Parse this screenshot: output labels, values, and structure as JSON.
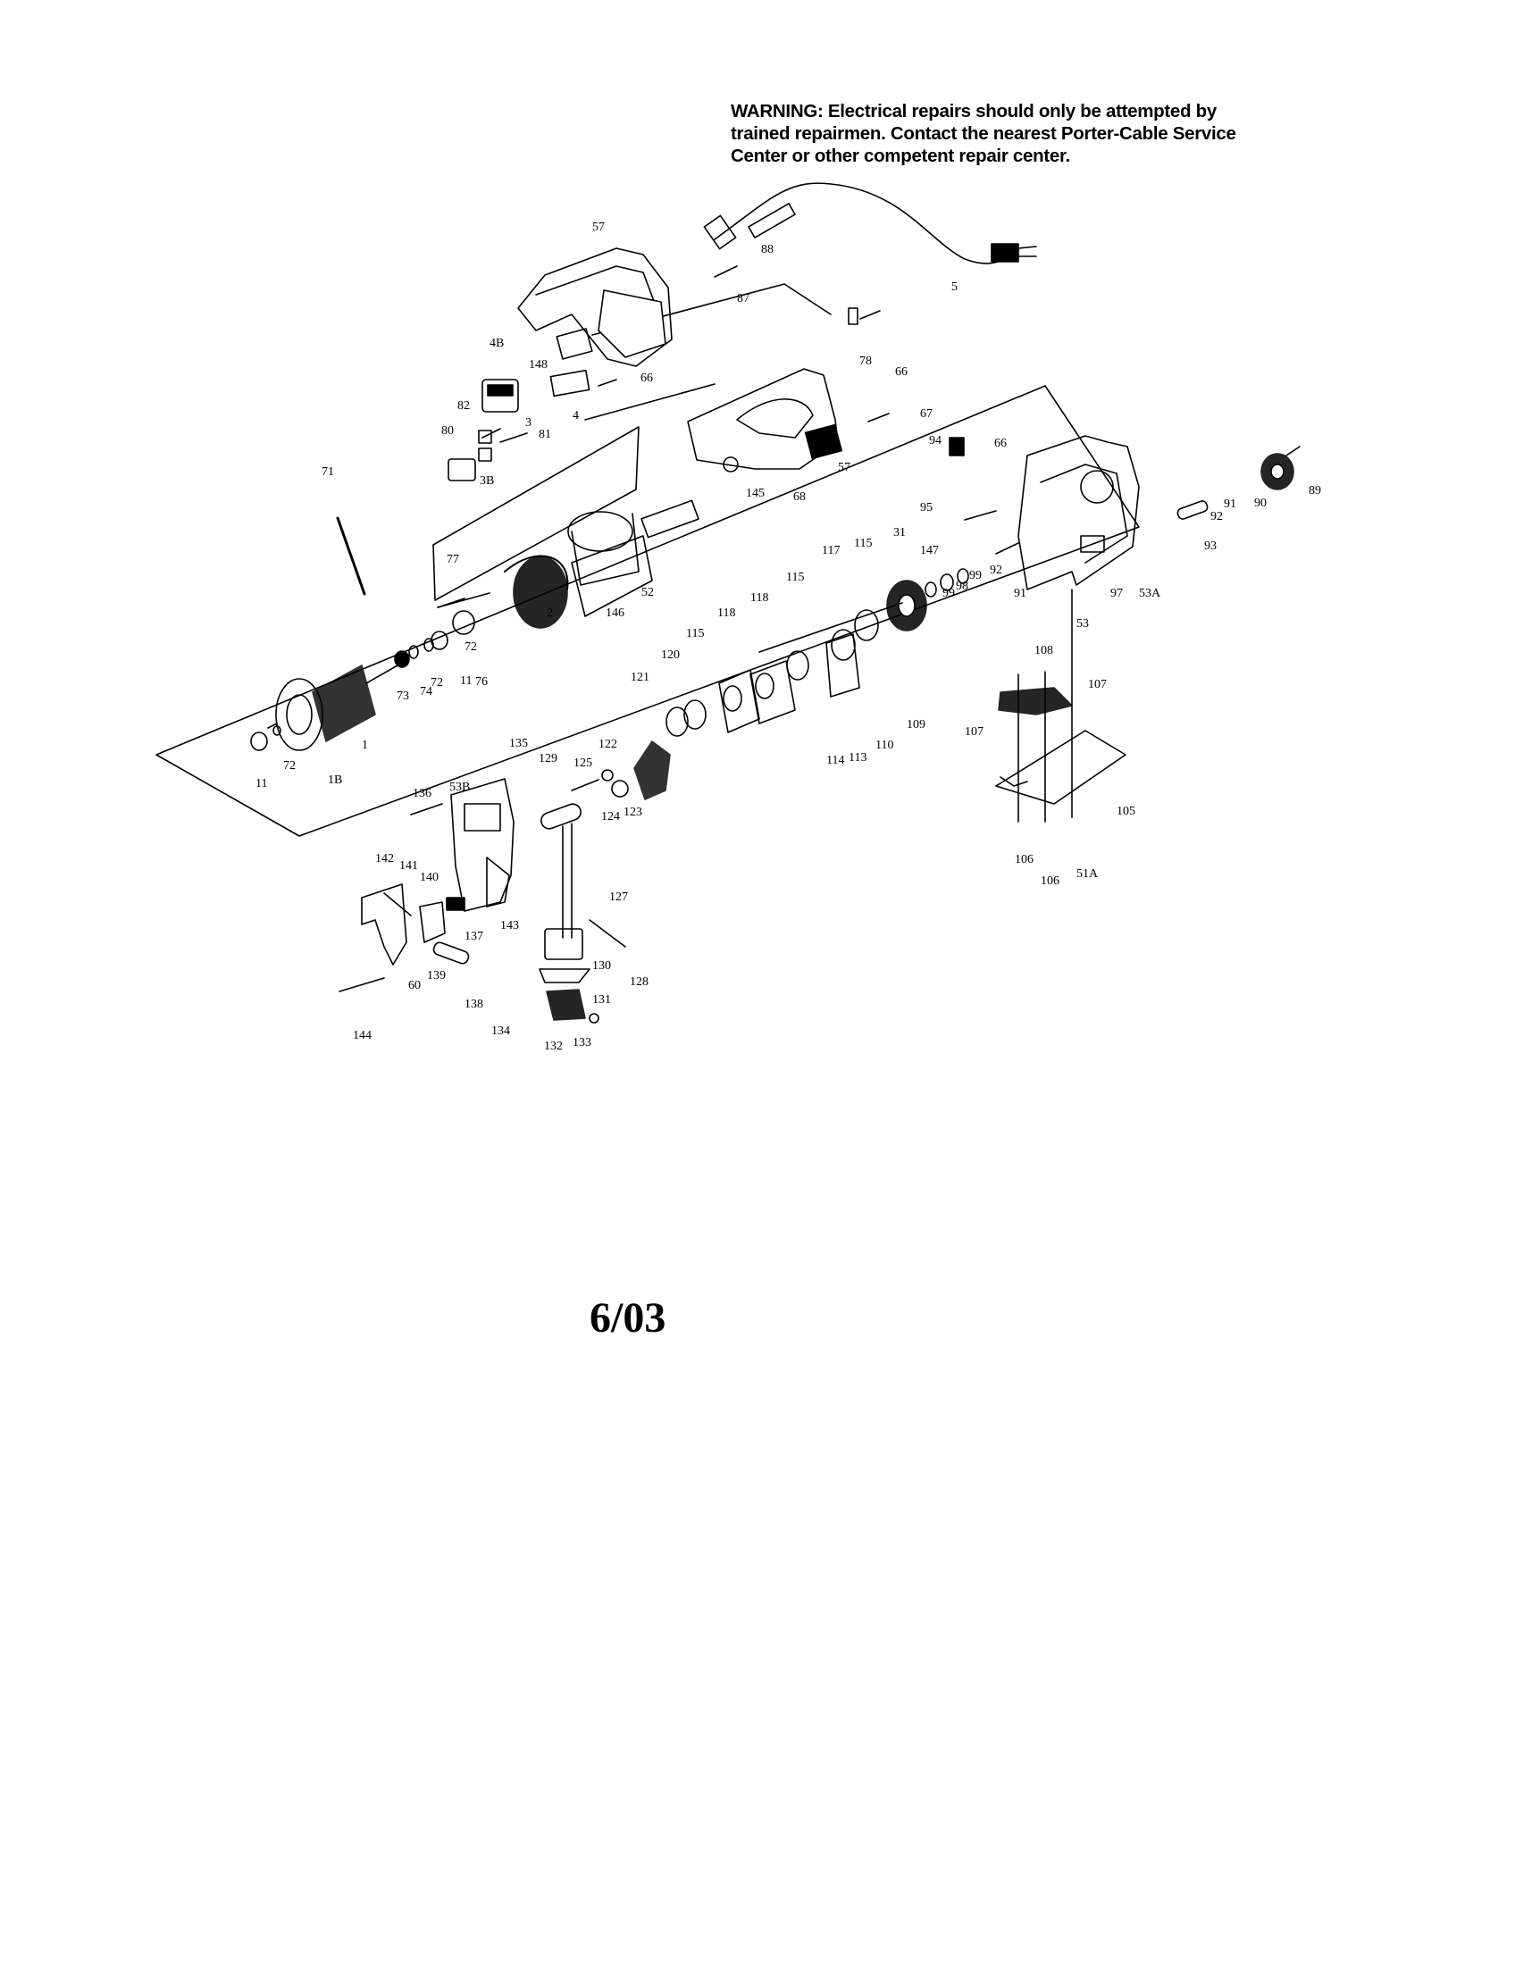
{
  "warning": {
    "lines": [
      "WARNING:  Electrical repairs should only be attempted by",
      "trained repairmen.  Contact the nearest Porter-Cable Service",
      "Center or other competent repair center."
    ]
  },
  "parts": [
    "57",
    "88",
    "5",
    "87",
    "78",
    "66",
    "4B",
    "148",
    "66",
    "4",
    "82",
    "3",
    "80",
    "81",
    "3B",
    "67",
    "57",
    "145",
    "68",
    "94",
    "66",
    "89",
    "90",
    "91",
    "92",
    "95",
    "93",
    "71",
    "77",
    "52",
    "146",
    "2",
    "31",
    "117",
    "115",
    "115",
    "118",
    "118",
    "147",
    "99",
    "98",
    "99",
    "92",
    "91",
    "97",
    "53A",
    "53",
    "115",
    "120",
    "121",
    "72",
    "11",
    "76",
    "74",
    "72",
    "73",
    "1",
    "1B",
    "72",
    "11",
    "122",
    "125",
    "129",
    "135",
    "53B",
    "136",
    "124",
    "123",
    "114",
    "113",
    "110",
    "109",
    "108",
    "107",
    "107",
    "105",
    "106",
    "106",
    "51A",
    "127",
    "142",
    "141",
    "140",
    "143",
    "137",
    "139",
    "130",
    "128",
    "60",
    "138",
    "131",
    "144",
    "132",
    "133",
    "134"
  ],
  "footer": {
    "date": "6/03"
  },
  "colors": {
    "ink": "#000000",
    "paper": "#ffffff"
  }
}
